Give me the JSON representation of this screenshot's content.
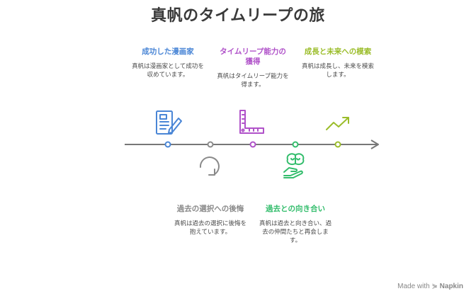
{
  "title": "真帆のタイムリープの旅",
  "colors": {
    "blue": "#4a86d6",
    "purple": "#b052c9",
    "green": "#9bbd2a",
    "gray": "#8a8a8a",
    "teal": "#33bd6c",
    "axis": "#777777"
  },
  "events": [
    {
      "title": "成功した漫画家",
      "text": "真帆は漫画家として成功を収めています。",
      "icon": "document-pen-icon",
      "color": "#4a86d6"
    },
    {
      "title": "過去の選択への後悔",
      "text": "真帆は過去の選択に後悔を抱えています。",
      "icon": "rewind-arrow-icon",
      "color": "#8a8a8a"
    },
    {
      "title": "タイムリープ能力の獲得",
      "text": "真帆はタイムリープ能力を得ます。",
      "icon": "ruler-icon",
      "color": "#b052c9"
    },
    {
      "title": "過去との向き合い",
      "text": "真帆は過去と向き合い、過去の仲間たちと再会します。",
      "icon": "brain-hand-icon",
      "color": "#33bd6c"
    },
    {
      "title": "成長と未来への模索",
      "text": "真帆は成長し、未来を模索します。",
      "icon": "trend-up-icon",
      "color": "#9bbd2a"
    }
  ],
  "footer": {
    "made_with": "Made with",
    "brand": "Napkin"
  }
}
